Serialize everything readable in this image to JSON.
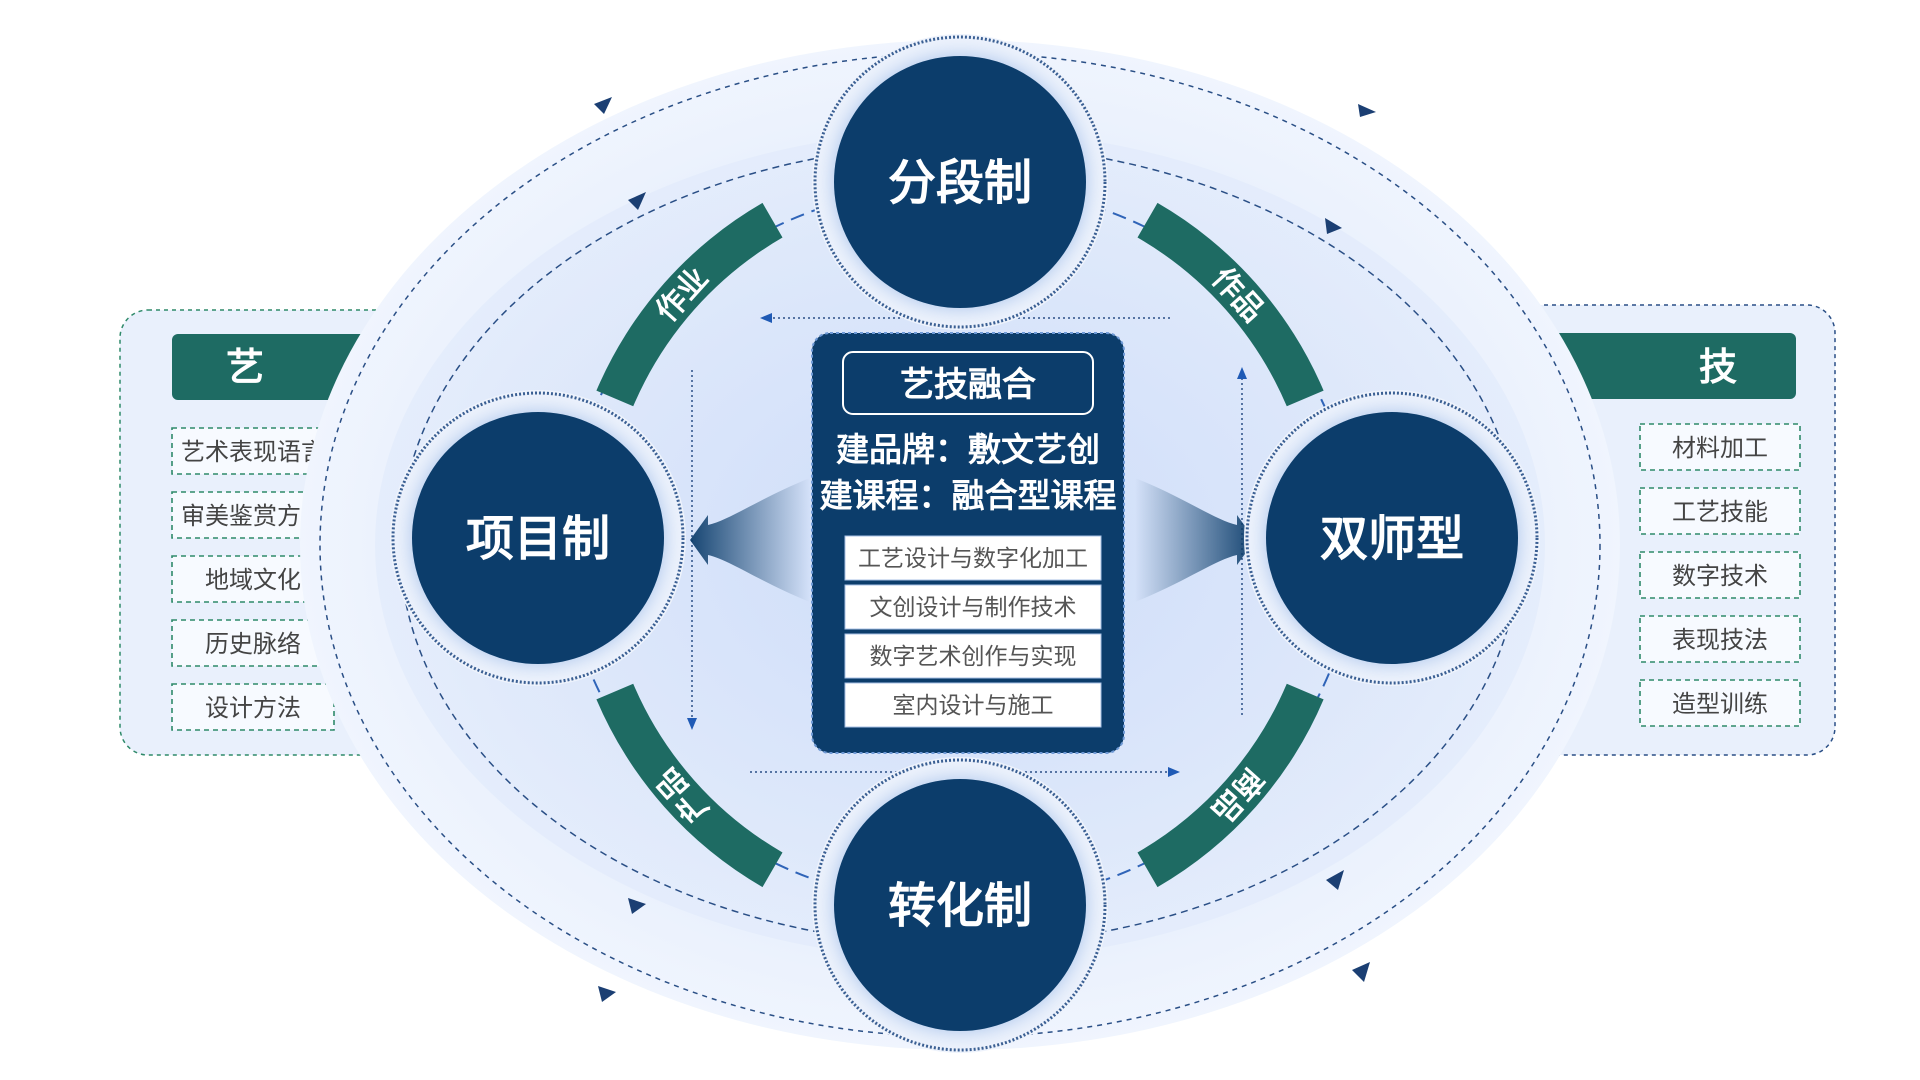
{
  "nodes": {
    "top": "分段制",
    "left": "项目制",
    "right": "双师型",
    "bottom": "转化制"
  },
  "arcs": {
    "top_left": "作业",
    "top_right": "作品",
    "bottom_left": "产品",
    "bottom_right": "商品"
  },
  "center": {
    "title": "艺技融合",
    "line1": "建品牌：敷文艺创",
    "line2": "建课程：融合型课程",
    "courses": [
      "工艺设计与数字化加工",
      "文创设计与制作技术",
      "数字艺术创作与实现",
      "室内设计与施工"
    ]
  },
  "left_panel": {
    "title": "艺",
    "items": [
      "艺术表现语言",
      "审美鉴赏方法",
      "地域文化",
      "历史脉络",
      "设计方法"
    ]
  },
  "right_panel": {
    "title": "技",
    "items": [
      "材料加工",
      "工艺技能",
      "数字技术",
      "表现技法",
      "造型训练"
    ]
  },
  "colors": {
    "navy": "#0c3d6b",
    "teal": "#1e6b63",
    "light_blue": "#dfe9fb",
    "dash_blue": "#2a4f86",
    "dash_green": "#2f8a6a"
  }
}
